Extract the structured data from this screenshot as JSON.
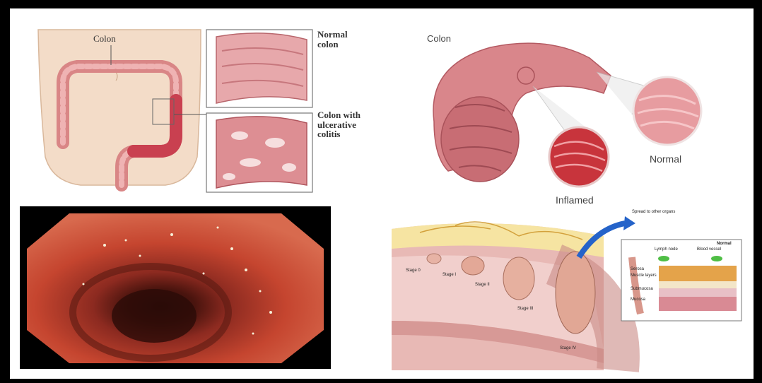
{
  "panel_top_left": {
    "colon_label": "Colon",
    "normal_label_line1": "Normal",
    "normal_label_line2": "colon",
    "uc_label_line1": "Colon with",
    "uc_label_line2": "ulcerative",
    "uc_label_line3": "colitis"
  },
  "panel_top_right": {
    "colon_label": "Colon",
    "normal_label": "Normal",
    "inflamed_label": "Inflamed"
  },
  "panel_bottom_right": {
    "spread_label": "Spread to other organs",
    "normal_label": "Normal",
    "lymph_node_label": "Lymph node",
    "blood_vessel_label": "Blood vessel",
    "serosa_label": "Serosa",
    "muscle_label": "Muscle layers",
    "submucosa_label": "Submucosa",
    "mucosa_label": "Mucosa",
    "stages": [
      "Stage 0",
      "Stage I",
      "Stage II",
      "Stage III",
      "Stage IV"
    ]
  },
  "colors": {
    "frame": "#000000",
    "tissue_pink": "#e9a3a6",
    "tissue_dark": "#c76a73",
    "inflamed_red": "#c9343c",
    "skin": "#f3dcc8",
    "endoscopy_red": "#b8322a"
  }
}
